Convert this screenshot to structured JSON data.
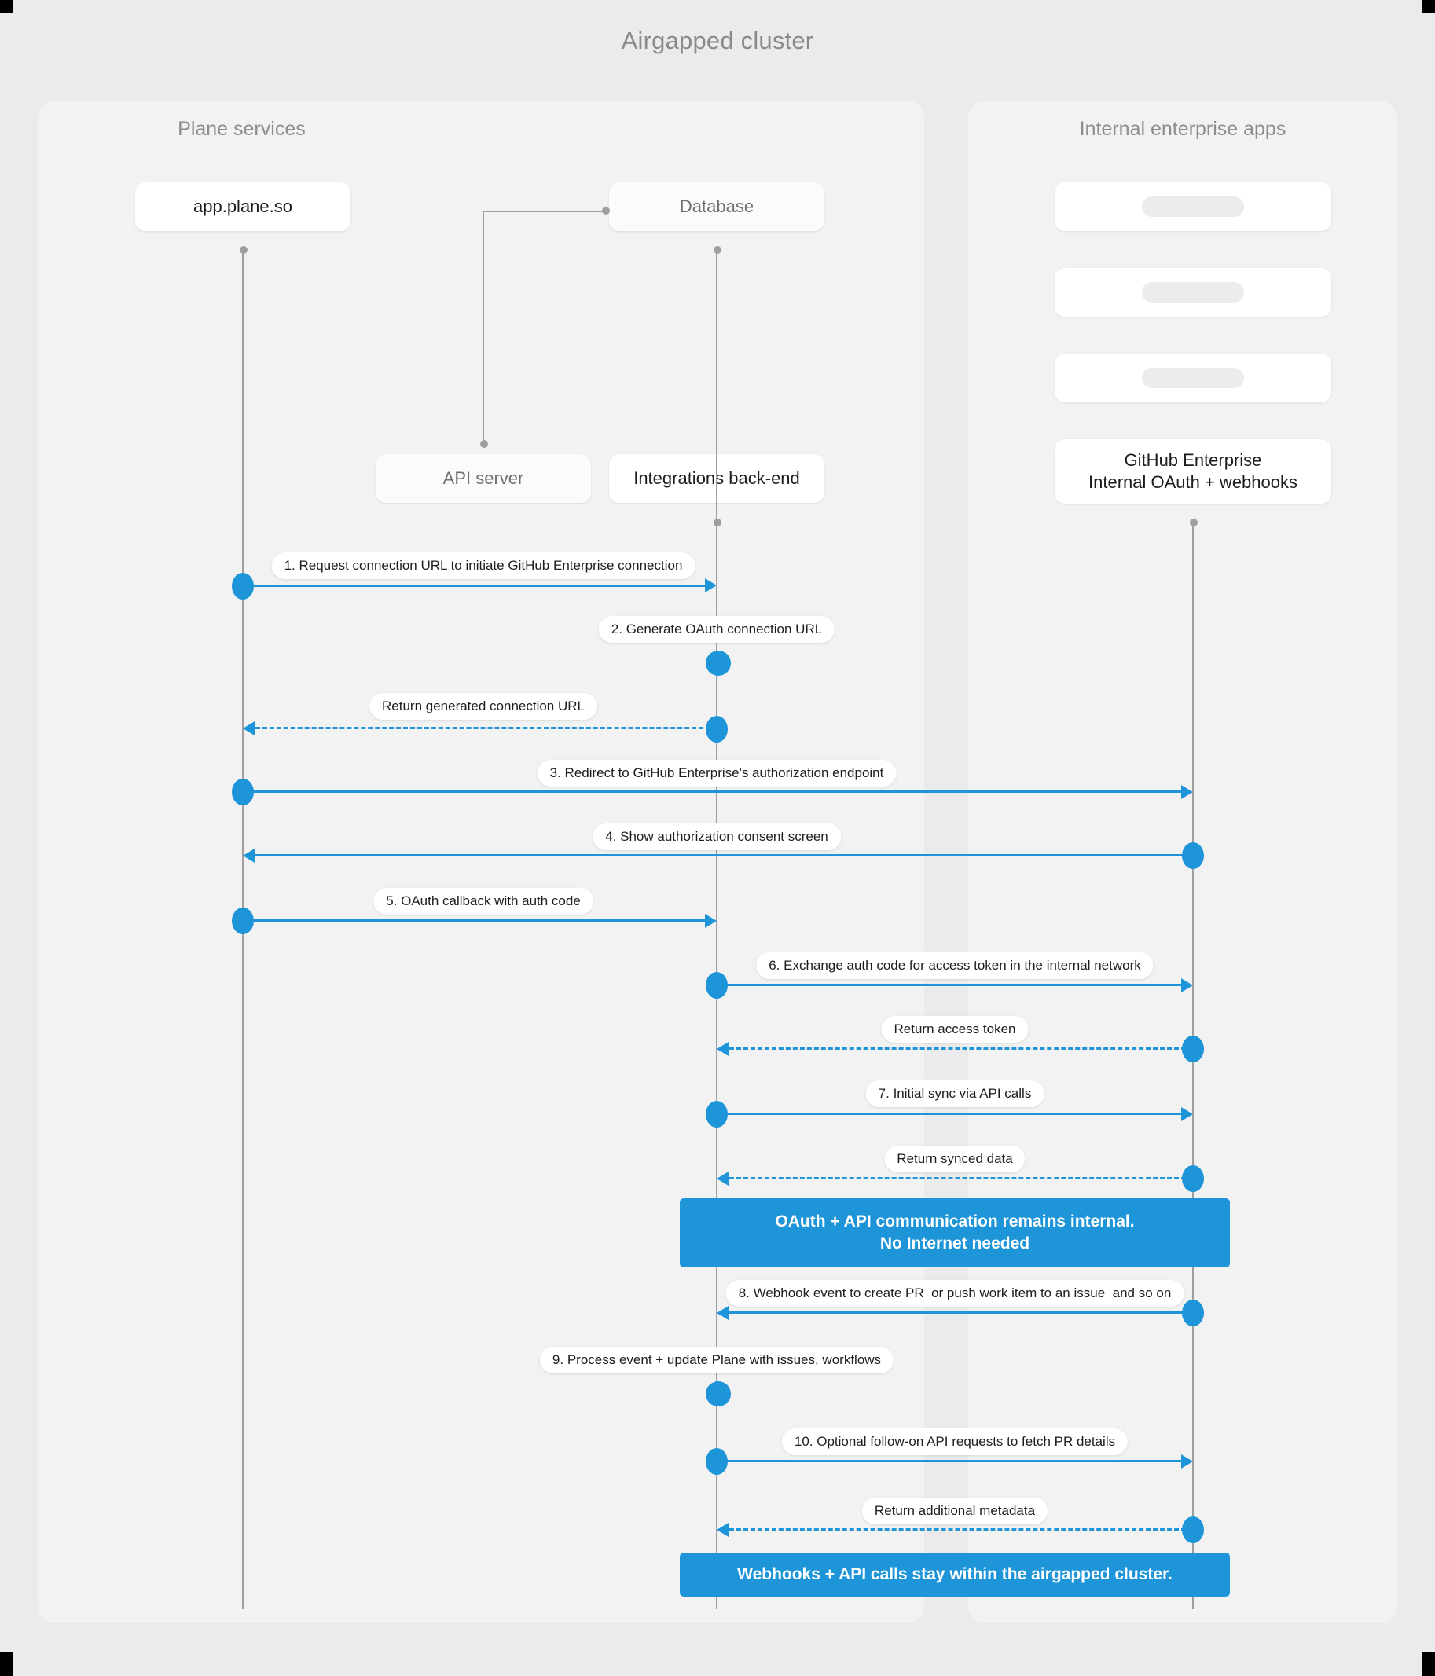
{
  "title": "Airgapped cluster",
  "panels": {
    "left": {
      "title": "Plane services"
    },
    "right": {
      "title": "Internal enterprise apps"
    }
  },
  "participants": [
    {
      "id": "app",
      "label": "app.plane.so"
    },
    {
      "id": "api",
      "label": "API server"
    },
    {
      "id": "database",
      "label": "Database"
    },
    {
      "id": "integrations",
      "label": "Integrations back-end"
    },
    {
      "id": "github",
      "label": "GitHub Enterprise\nInternal OAuth + webhooks"
    }
  ],
  "placeholders": [
    {
      "id": "ph1",
      "label": ""
    },
    {
      "id": "ph2",
      "label": ""
    },
    {
      "id": "ph3",
      "label": ""
    }
  ],
  "messages": [
    {
      "n": "1",
      "label": "1. Request connection URL to initiate GitHub Enterprise connection",
      "from": "app",
      "to": "integrations",
      "style": "solid"
    },
    {
      "n": "2",
      "label": "2. Generate OAuth connection URL",
      "from": "integrations",
      "to": "integrations",
      "style": "self"
    },
    {
      "n": "",
      "label": "Return generated connection URL",
      "from": "integrations",
      "to": "app",
      "style": "dashed"
    },
    {
      "n": "3",
      "label": "3. Redirect to GitHub Enterprise's authorization endpoint",
      "from": "app",
      "to": "github",
      "style": "solid"
    },
    {
      "n": "4",
      "label": "4. Show authorization consent screen",
      "from": "github",
      "to": "app",
      "style": "solid"
    },
    {
      "n": "5",
      "label": "5. OAuth callback with auth code",
      "from": "app",
      "to": "integrations",
      "style": "solid"
    },
    {
      "n": "6",
      "label": "6. Exchange auth code for access token in the internal network",
      "from": "integrations",
      "to": "github",
      "style": "solid"
    },
    {
      "n": "",
      "label": "Return access token",
      "from": "github",
      "to": "integrations",
      "style": "dashed"
    },
    {
      "n": "7",
      "label": "7. Initial sync via API calls",
      "from": "integrations",
      "to": "github",
      "style": "solid"
    },
    {
      "n": "",
      "label": "Return synced data",
      "from": "github",
      "to": "integrations",
      "style": "dashed"
    },
    {
      "n": "8",
      "label": "8. Webhook event to create PR  or push work item to an issue  and so on",
      "from": "github",
      "to": "integrations",
      "style": "solid"
    },
    {
      "n": "9",
      "label": "9. Process event + update Plane with issues, workflows",
      "from": "integrations",
      "to": "integrations",
      "style": "self"
    },
    {
      "n": "10",
      "label": "10. Optional follow-on API requests to fetch PR details",
      "from": "integrations",
      "to": "github",
      "style": "solid"
    },
    {
      "n": "",
      "label": "Return additional metadata",
      "from": "github",
      "to": "integrations",
      "style": "dashed"
    }
  ],
  "notes": [
    {
      "id": "note1",
      "line1": "OAuth + API communication remains internal.",
      "line2": "No Internet needed"
    },
    {
      "id": "note2",
      "line1": "Webhooks + API calls stay within the airgapped cluster.",
      "line2": ""
    }
  ],
  "colors": {
    "accent": "#1d95d8",
    "background": "#ebebeb",
    "panel": "#f2f2f2",
    "lifeline": "#9e9e9e"
  }
}
